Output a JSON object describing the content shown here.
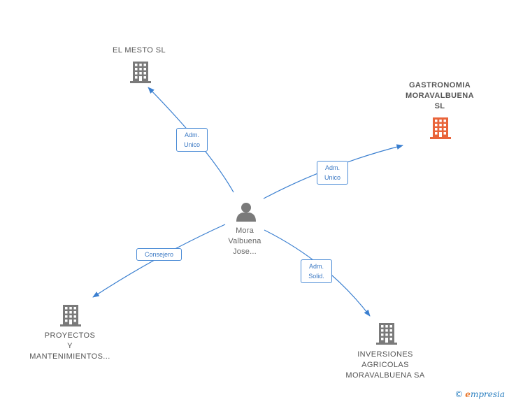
{
  "colors": {
    "edge": "#3a7fd0",
    "company_icon": "#7a7a7a",
    "highlight_icon": "#e9643a",
    "person_icon": "#7a7a7a"
  },
  "nodes": {
    "el_mesto": {
      "lines": [
        "EL MESTO  SL"
      ],
      "icon": "building-icon"
    },
    "gastronomia": {
      "lines": [
        "GASTRONOMIA",
        "MORAVALBUENA",
        "SL"
      ],
      "icon": "building-icon"
    },
    "person": {
      "lines": [
        "Mora",
        "Valbuena",
        "Jose..."
      ],
      "icon": "person-icon"
    },
    "proyectos": {
      "lines": [
        "PROYECTOS",
        "Y",
        "MANTENIMIENTOS..."
      ],
      "icon": "building-icon"
    },
    "inversiones": {
      "lines": [
        "INVERSIONES",
        "AGRICOLAS",
        "MORAVALBUENA SA"
      ],
      "icon": "building-icon"
    }
  },
  "edges": {
    "el_mesto": {
      "lines": [
        "Adm.",
        "Unico"
      ]
    },
    "gastronomia": {
      "lines": [
        "Adm.",
        "Unico"
      ]
    },
    "proyectos": {
      "lines": [
        "Consejero"
      ]
    },
    "inversiones": {
      "lines": [
        "Adm.",
        "Solid."
      ]
    }
  },
  "brand": {
    "copyright": "©",
    "initial": "e",
    "name": "mpresia"
  }
}
